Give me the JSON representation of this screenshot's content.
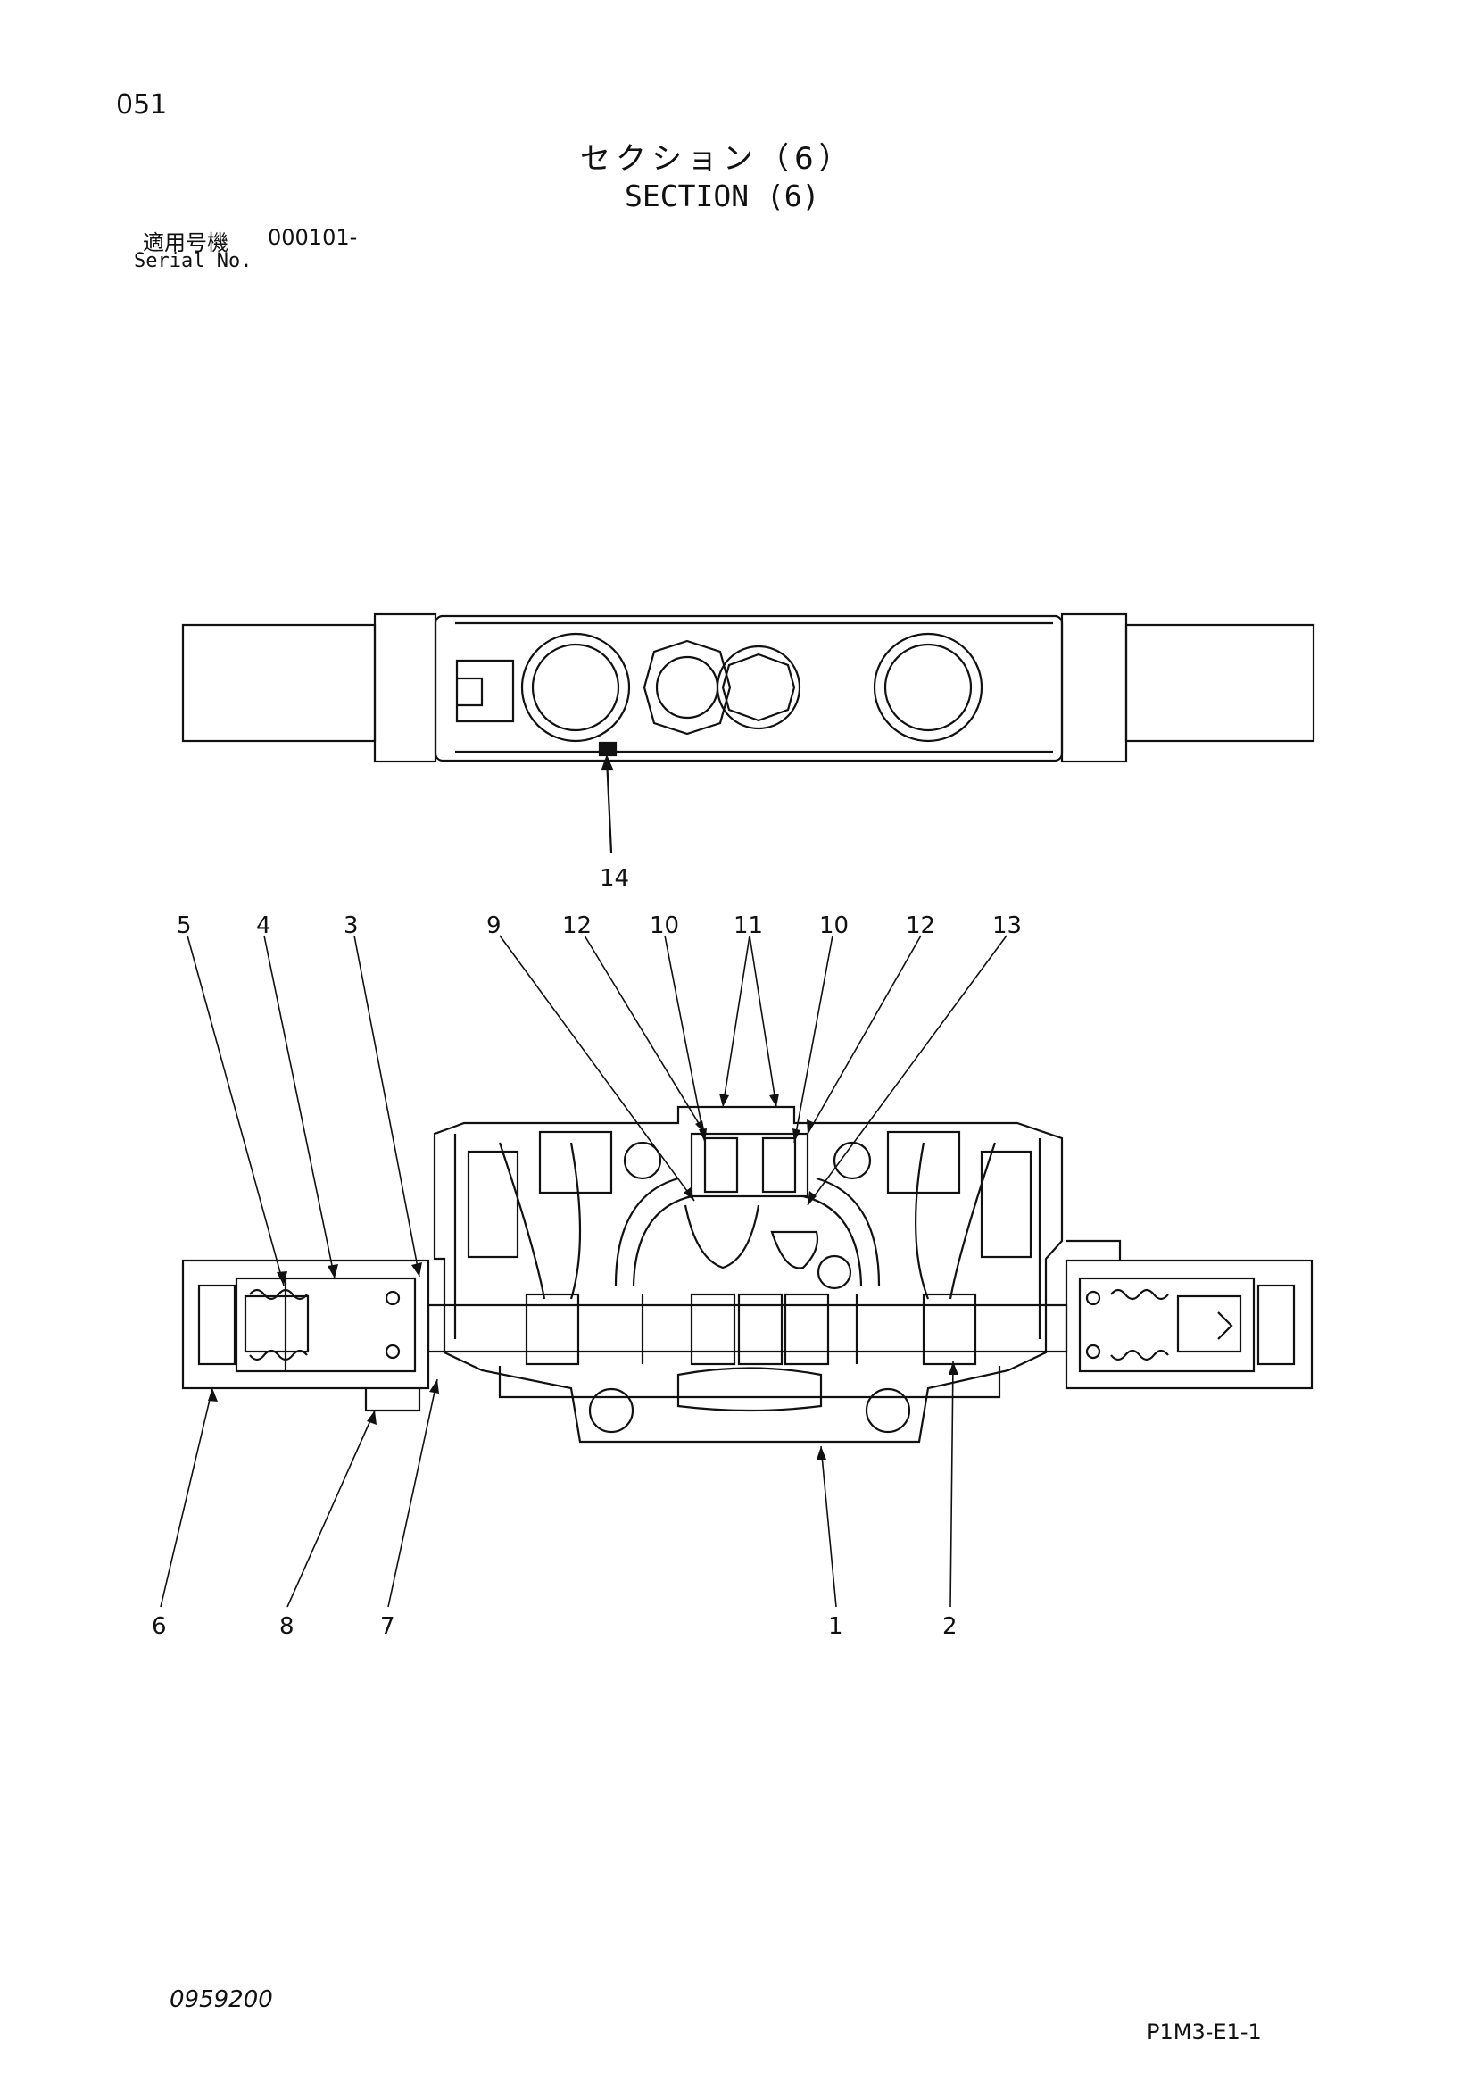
{
  "header": {
    "page_number": "051",
    "title_jp": "セクション（6）",
    "title_en": "SECTION (6)",
    "serial_label_jp": "適用号機",
    "serial_value": "000101-",
    "serial_label_en": "Serial No."
  },
  "callouts": [
    {
      "id": "c14",
      "text": "14"
    },
    {
      "id": "c5",
      "text": "5"
    },
    {
      "id": "c4",
      "text": "4"
    },
    {
      "id": "c3",
      "text": "3"
    },
    {
      "id": "c9",
      "text": "9"
    },
    {
      "id": "c12a",
      "text": "12"
    },
    {
      "id": "c10a",
      "text": "10"
    },
    {
      "id": "c11",
      "text": "11"
    },
    {
      "id": "c10b",
      "text": "10"
    },
    {
      "id": "c12b",
      "text": "12"
    },
    {
      "id": "c13",
      "text": "13"
    },
    {
      "id": "c6",
      "text": "6"
    },
    {
      "id": "c8",
      "text": "8"
    },
    {
      "id": "c7",
      "text": "7"
    },
    {
      "id": "c1",
      "text": "1"
    },
    {
      "id": "c2",
      "text": "2"
    }
  ],
  "footer": {
    "doc_code": "0959200",
    "page_code": "P1M3-E1-1"
  }
}
